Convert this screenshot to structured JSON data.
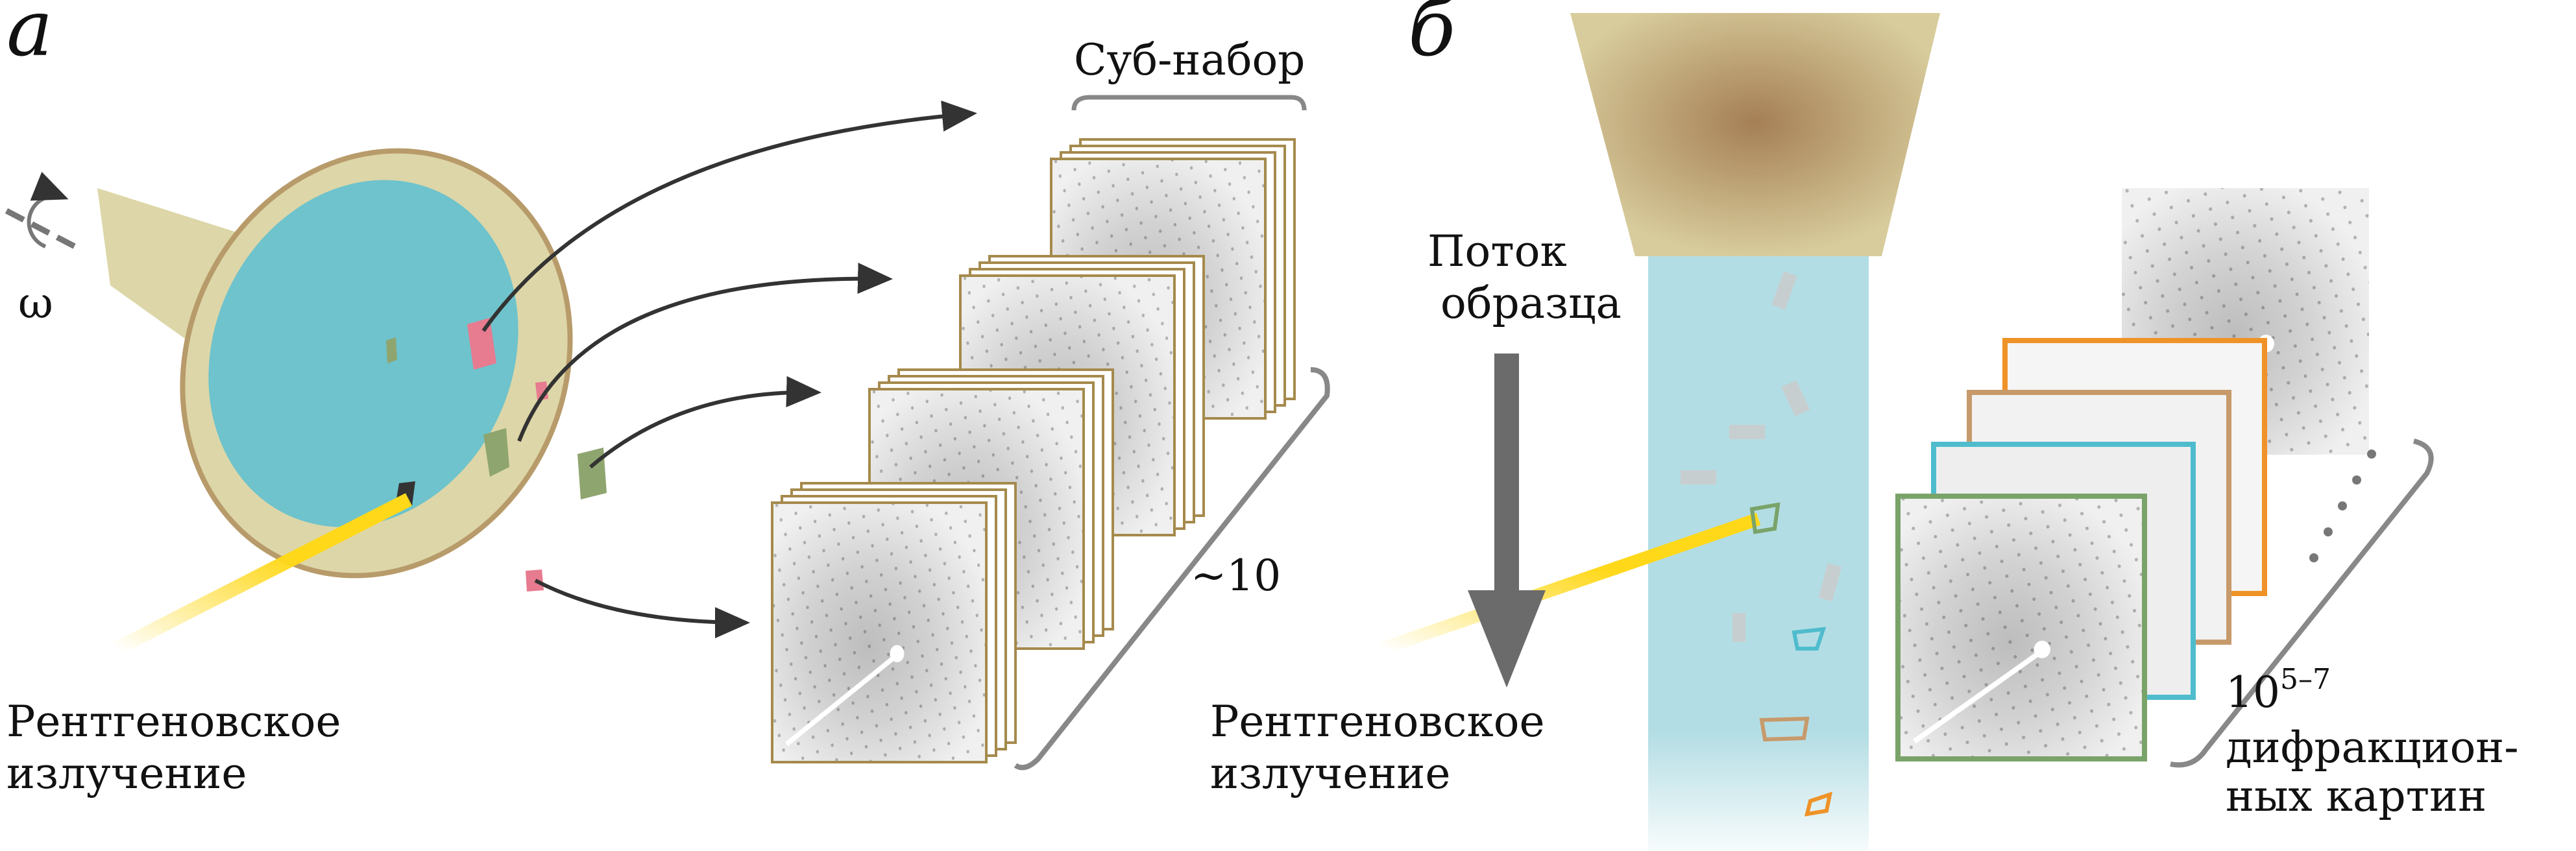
{
  "panel_a": {
    "letter": "а",
    "rotation_symbol": "ω",
    "subset_label": "Суб-набор",
    "count_label": "~10",
    "xray_label_line1": "Рентгеновское",
    "xray_label_line2": "излучение"
  },
  "panel_b": {
    "letter": "б",
    "flow_label_line1": "Поток",
    "flow_label_line2": "образца",
    "xray_label_line1": "Рентгеновское",
    "xray_label_line2": "излучение",
    "count_base": "10",
    "count_exponent": "5–7",
    "count_label_line1": "дифракцион-",
    "count_label_line2": "ных картин"
  },
  "colors": {
    "holder": "#ddd6a8",
    "dish": "#6ec3cc",
    "crystal_pink": "#e77b8f",
    "crystal_green": "#8fa56f",
    "beam": "#ffd81a",
    "frame_gold": "#a58a4c",
    "flow": "#b3dde4",
    "nozzle": "#a98a5e",
    "frame_green": "#7aa36a",
    "frame_cyan": "#4fbccd",
    "frame_tan": "#c79a6b",
    "frame_orange": "#ef9228",
    "arrow": "#6b6b6b"
  }
}
